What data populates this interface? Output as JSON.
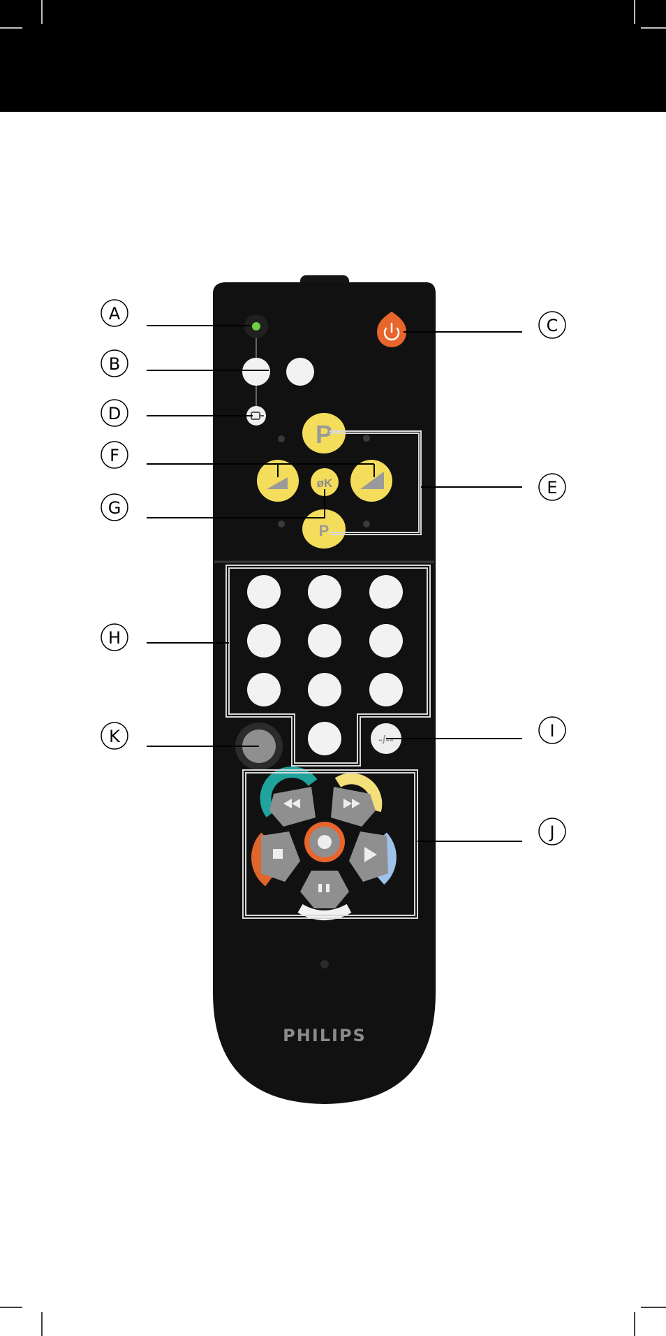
{
  "callouts": {
    "A": "A",
    "B": "B",
    "C": "C",
    "D": "D",
    "E": "E",
    "F": "F",
    "G": "G",
    "H": "H",
    "I": "I",
    "J": "J",
    "K": "K"
  },
  "remote": {
    "brand": "PHILIPS",
    "program_key": "P",
    "mute_key": "øK",
    "digit_entry_key": "-/--"
  },
  "colors": {
    "remote_body": "#111111",
    "power_button": "#e8652b",
    "yellow_keys": "#f5dd5c",
    "white_keys": "#f2f2f2",
    "transport_keys": "#8f8f8f",
    "accent_teal": "#1fa39c",
    "accent_yellow": "#f3e07b",
    "accent_orange": "#e0652b",
    "accent_blue": "#9fc2ea"
  },
  "icons": {
    "power": "power-icon",
    "rewind": "rewind-icon",
    "fast_forward": "fast-forward-icon",
    "stop": "stop-icon",
    "record": "record-icon",
    "play": "play-icon",
    "pause": "pause-icon",
    "source": "source-input-icon"
  }
}
